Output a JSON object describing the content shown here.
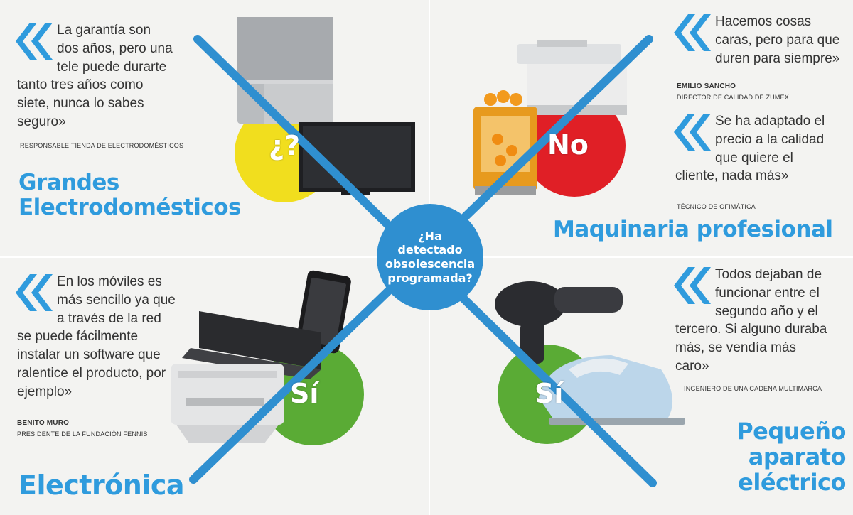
{
  "colors": {
    "accent": "#2f9bdd",
    "center": "#2f8fd0",
    "yellow": "#f1de1e",
    "red": "#e01f26",
    "green": "#5aab35"
  },
  "icons": {
    "quote_mark": "double-chevron-quote-icon"
  },
  "center_question": "¿Ha detectado obsolescencia programada?",
  "quadrants": {
    "top_left": {
      "title_line1": "Grandes",
      "title_line2": "Electrodomésticos",
      "answer": "¿?",
      "quote": "La garantía son dos años, pero una tele puede durarte tanto tres años como siete, nunca lo sabes seguro»",
      "attribution_name": "",
      "attribution_role": "Responsable tienda de electrodomésticos"
    },
    "top_right": {
      "title": "Maquinaria profesional",
      "answer": "No",
      "quote1": "Hacemos cosas caras, pero para que duren para siempre»",
      "attribution1_name": "Emilio Sancho",
      "attribution1_role": "Director de calidad de Zumex",
      "quote2": "Se ha adaptado el precio a la calidad que quiere el cliente, nada más»",
      "attribution2_role": "Técnico de ofimática"
    },
    "bottom_left": {
      "title": "Electrónica",
      "answer": "Sí",
      "quote": "En los móviles es más sencillo ya que a través de la red se puede fácilmente instalar un software que ralentice el producto, por ejemplo»",
      "attribution_name": "Benito Muro",
      "attribution_role": "Presidente de la Fundación Fennis"
    },
    "bottom_right": {
      "title_line1": "Pequeño",
      "title_line2": "aparato eléctrico",
      "answer": "Sí",
      "quote": "Todos dejaban de funcionar entre el segundo año y el tercero. Si alguno duraba más, se vendía más caro»",
      "attribution_role": "Ingeniero de una cadena multimarca"
    }
  }
}
